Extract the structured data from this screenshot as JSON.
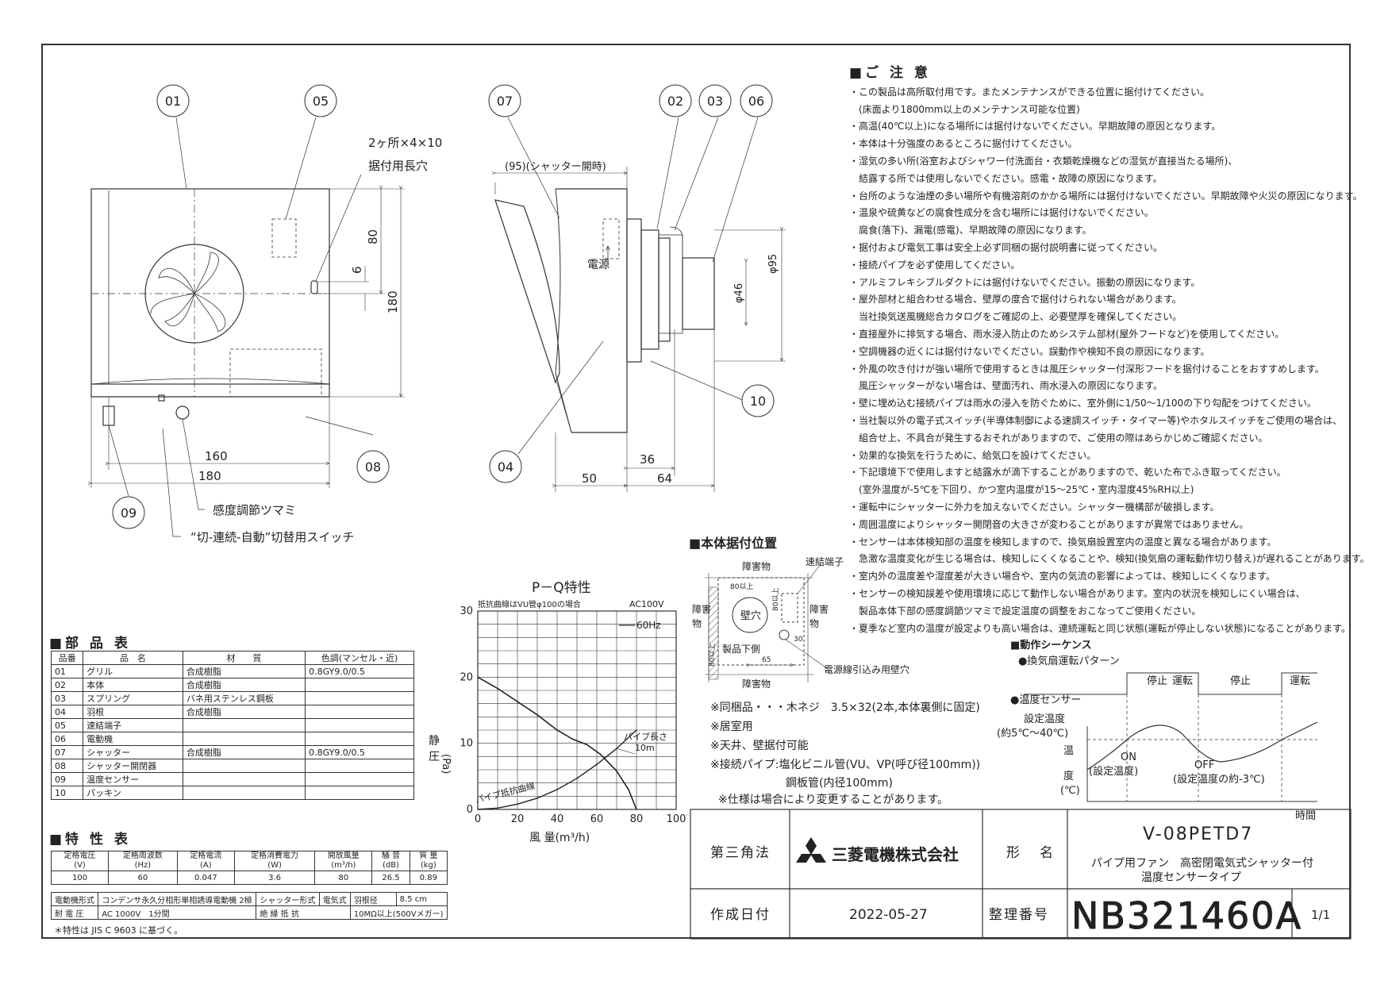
{
  "callouts": {
    "c01": "01",
    "c02": "02",
    "c03": "03",
    "c04": "04",
    "c05": "05",
    "c06": "06",
    "c07": "07",
    "c08": "08",
    "c09": "09",
    "c10": "10"
  },
  "front": {
    "slot_label_1": "2ヶ所×4×10",
    "slot_label_2": "据付用長穴",
    "dim_160": "160",
    "dim_180w": "180",
    "dim_80": "80",
    "dim_6": "6",
    "dim_180h": "180",
    "knob_label": "感度調節ツマミ",
    "switch_label": "“切-連続-自動”切替用スイッチ"
  },
  "side": {
    "dim_95": "(95)(シャッター開時)",
    "cord_label": "電源",
    "dim_phi95": "φ95",
    "dim_phi46": "φ46",
    "dim_36": "36",
    "dim_50": "50",
    "dim_64": "64"
  },
  "notes": {
    "heading": "■ご 注 意",
    "lines": [
      "・この製品は高所取付用です。またメンテナンスができる位置に据付けてください。",
      "　(床面より1800mm以上のメンテナンス可能な位置)",
      "・高温(40℃以上)になる場所には据付けないでください。早期故障の原因となります。",
      "・本体は十分強度のあるところに据付けてください。",
      "・湿気の多い所(浴室およびシャワー付洗面台・衣類乾燥機などの湿気が直接当たる場所)、",
      "　結露する所では使用しないでください。感電・故障の原因になります。",
      "・台所のような油煙の多い場所や有機溶剤のかかる場所には据付けないでください。早期故障や火災の原因になります。",
      "・温泉や硫黄などの腐食性成分を含む場所には据付けないでください。",
      "　腐食(落下)、漏電(感電)、早期故障の原因になります。",
      "・据付および電気工事は安全上必ず同梱の据付説明書に従ってください。",
      "・接続パイプを必ず使用してください。",
      "・アルミフレキシブルダクトには据付けないでください。振動の原因になります。",
      "・屋外部材と組合わせる場合、壁厚の度合で据付けられない場合があります。",
      "　当社換気送風機総合カタログをご確認の上、必要壁厚を確保してください。",
      "・直接屋外に排気する場合、雨水浸入防止のためシステム部材(屋外フードなど)を使用してください。",
      "・空調機器の近くには据付けないでください。誤動作や検知不良の原因になります。",
      "・外風の吹き付けが強い場所で使用するときは風圧シャッター付深形フードを据付けることをおすすめします。",
      "　風圧シャッターがない場合は、壁面汚れ、雨水浸入の原因になります。",
      "・壁に埋め込む接続パイプは雨水の浸入を防ぐために、室外側に1/50～1/100の下り勾配をつけてください。",
      "・当社製以外の電子式スイッチ(半導体制御による速調スイッチ・タイマー等)やホタルスイッチをご使用の場合は、",
      "　組合せ上、不具合が発生するおそれがありますので、ご使用の際はあらかじめご確認ください。",
      "・効果的な換気を行うために、給気口を設けてください。",
      "・下記環境下で使用しますと結露水が滴下することがありますので、乾いた布でふき取ってください。",
      "　(室外温度が-5℃を下回り、かつ室内温度が15～25℃・室内湿度45%RH以上)",
      "・運転中にシャッターに外力を加えないでください。シャッター機構部が破損します。",
      "・周囲温度によりシャッター開閉音の大きさが変わることがありますが異常ではありません。",
      "・センサーは本体検知部の温度を検知しますので、換気扇設置室内の温度と異なる場合があります。",
      "　急激な温度変化が生じる場合は、検知しにくくなることや、検知(換気扇の運転動作切り替え)が遅れることがあります。",
      "・室内外の温度差や湿度差が大きい場合や、室内の気流の影響によっては、検知しにくくなります。",
      "・センサーの検知誤差や使用環境に応じて動作しない場合があります。室内の状況を検知しにくい場合は、",
      "　製品本体下部の感度調節ツマミで設定温度の調整をおこなってご使用ください。",
      "・夏季など室内の温度が設定よりも高い場合は、連続運転と同じ状態(運転が停止しない状態)になることがあります。"
    ]
  },
  "mounting": {
    "title": "■本体据付位置",
    "obstacle": "障害物",
    "obs_left_1": "障害",
    "obs_left_2": "物",
    "obs_right_1": "障害",
    "obs_right_2": "物",
    "tie_terminal": "速結端子",
    "wall_hole": "壁穴",
    "bottom_side": "製品下側",
    "cord_hole": "電源線引込み用壁穴",
    "dim_80a": "80以上",
    "dim_80b": "80以上",
    "dim_80c": "80以上",
    "dim_30": "30",
    "dim_65": "65"
  },
  "spec_notes": {
    "l1": "※同梱品・・・木ネジ　3.5×32(2本,本体裏側に固定)",
    "l2": "※居室用",
    "l3": "※天井、壁据付可能",
    "l4": "※接続パイプ:塩化ビニル管(VU、VP(呼び径100mm))",
    "l5": "鋼板管(内径100mm)",
    "l6": "※仕様は場合により変更することがあります。"
  },
  "sequence": {
    "title": "■動作シーケンス",
    "sub": "●換気扇運転パターン",
    "stop1": "停止",
    "run1": "運転",
    "stop2": "停止",
    "run2": "運転",
    "sensor": "●温度センサー",
    "set_temp": "設定温度",
    "set_range": "(約5℃～40℃)",
    "y1": "温",
    "y2": "度",
    "y3": "(℃)",
    "on": "ON",
    "on_note": "(設定温度)",
    "off": "OFF",
    "off_note": "(設定温度の約-3℃)",
    "time": "時間"
  },
  "chart_data": {
    "type": "line",
    "title": "P－Q特性",
    "note_left": "抵抗曲線はVU管φ100の場合",
    "note_right": "AC100V",
    "legend": "60Hz",
    "xlabel": "風 量(m³/h)",
    "ylabel_1": "静",
    "ylabel_2": "圧",
    "ylabel_3": "(Pa)",
    "xlim": [
      0,
      100
    ],
    "ylim": [
      0,
      30
    ],
    "xticks": [
      "0",
      "20",
      "40",
      "60",
      "80",
      "100"
    ],
    "yticks": [
      "0",
      "10",
      "20",
      "30"
    ],
    "series": [
      {
        "name": "60Hz",
        "x": [
          0,
          10,
          20,
          30,
          40,
          48,
          55,
          62,
          70,
          76,
          80
        ],
        "y": [
          20,
          18.3,
          16.3,
          14.3,
          12,
          10.6,
          9.8,
          8.3,
          5.8,
          3,
          0
        ]
      },
      {
        "name": "パイプ抵抗曲線",
        "x": [
          0,
          10,
          20,
          30,
          40,
          50,
          60,
          70,
          80
        ],
        "y": [
          0,
          0.2,
          0.8,
          1.7,
          3,
          4.7,
          6.8,
          9.2,
          12
        ]
      }
    ],
    "label_pipe_len_1": "パイプ長さ",
    "label_pipe_len_2": "10m",
    "label_curve": "パイプ抵抗曲線"
  },
  "parts": {
    "title": "■部 品 表",
    "headers": [
      "品番",
      "品　名",
      "材　　質",
      "色調(マンセル・近)"
    ],
    "rows": [
      [
        "01",
        "グリル",
        "合成樹脂",
        "0.8GY9.0/0.5"
      ],
      [
        "02",
        "本体",
        "合成樹脂",
        ""
      ],
      [
        "03",
        "スプリング",
        "バネ用ステンレス鋼板",
        ""
      ],
      [
        "04",
        "羽根",
        "合成樹脂",
        ""
      ],
      [
        "05",
        "速結端子",
        "",
        ""
      ],
      [
        "06",
        "電動機",
        "",
        ""
      ],
      [
        "07",
        "シャッター",
        "合成樹脂",
        "0.8GY9.0/0.5"
      ],
      [
        "08",
        "シャッター開閉器",
        "",
        ""
      ],
      [
        "09",
        "温度センサー",
        "",
        ""
      ],
      [
        "10",
        "パッキン",
        "",
        ""
      ]
    ]
  },
  "characteristics": {
    "title": "■特 性 表",
    "headers": [
      "定格電圧\n(V)",
      "定格周波数\n(Hz)",
      "定格電流\n(A)",
      "定格消費電力\n(W)",
      "開放風量\n(m³/h)",
      "騒 音\n(dB)",
      "質 量\n(kg)"
    ],
    "values": [
      "100",
      "60",
      "0.047",
      "3.6",
      "80",
      "26.5",
      "0.89"
    ],
    "motor_label": "電動機形式",
    "motor_value": "コンデンサ永久分相形単相誘導電動機 2極",
    "shutter_label": "シャッター形式",
    "shutter_value": "電気式",
    "blade_label": "羽根径",
    "blade_value": "8.5 cm",
    "withstand_label": "耐 電 圧",
    "withstand_value": "AC 1000V　1分間",
    "insul_label": "絶 縁 抵 抗",
    "insul_value": "10MΩ以上(500Vメガー)",
    "footnote": "＊特性は JIS C 9603 に基づく。"
  },
  "title_block": {
    "projection": "第三角法",
    "company": "三菱電機株式会社",
    "model_label": "形　名",
    "model": "V-08PETD7",
    "desc1": "パイプ用ファン　高密閉電気式シャッター付",
    "desc2": "温度センサータイプ",
    "date_label": "作成日付",
    "date": "2022-05-27",
    "ref_label": "整理番号",
    "ref": "NB321460A",
    "page": "1/1"
  }
}
